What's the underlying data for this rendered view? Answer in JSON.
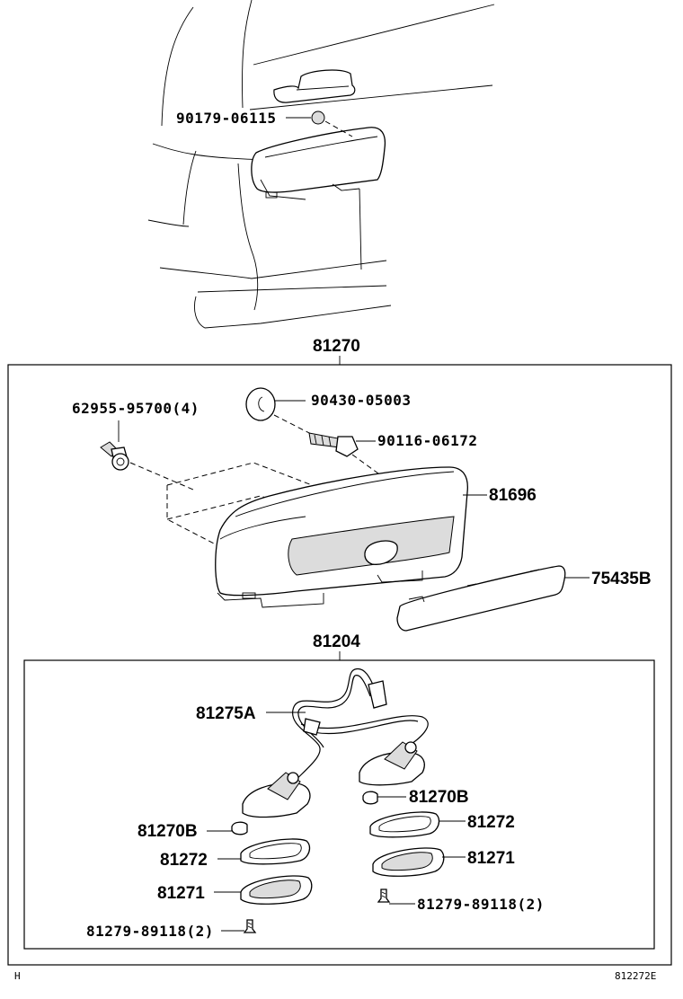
{
  "labels": {
    "top_bolt": "90179-06115",
    "assembly": "81270",
    "clip": "62955-95700(4)",
    "cap": "90430-05003",
    "screw": "90116-06172",
    "housing": "81696",
    "lens_reflector": "75435B",
    "lamp_sub": "81204",
    "wire": "81275A",
    "bulb_right": "81270B",
    "bulb_left": "81270B",
    "gasket_right": "81272",
    "gasket_left": "81272",
    "lens_right": "81271",
    "lens_left": "81271",
    "screw_right": "81279-89118(2)",
    "screw_left": "81279-89118(2)"
  },
  "footer": {
    "left_mark": "H",
    "diagram_id": "812272E"
  }
}
